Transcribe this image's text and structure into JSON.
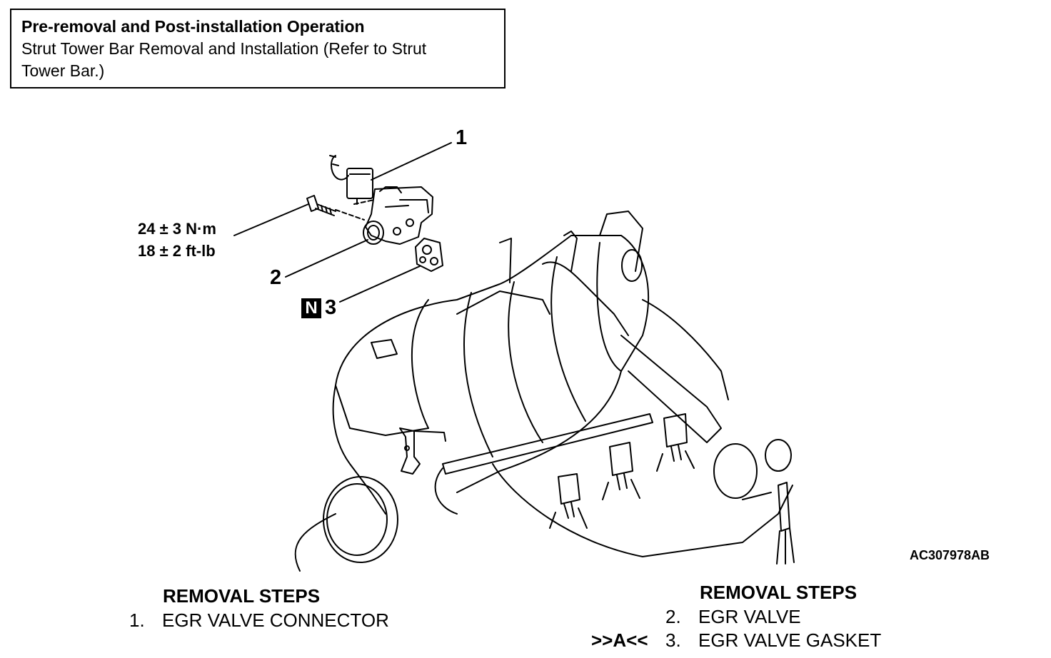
{
  "note": {
    "title": "Pre-removal and Post-installation Operation",
    "body": "Strut Tower Bar Removal and Installation (Refer to Strut Tower Bar.)"
  },
  "diagram": {
    "torque_nm": "24 ± 3 N·m",
    "torque_ftlb": "18 ± 2 ft-lb",
    "callouts": [
      "1",
      "2",
      "3"
    ],
    "new_part_badge": "N",
    "figure_code": "AC307978AB"
  },
  "removal_left": {
    "heading": "REMOVAL STEPS",
    "steps": [
      {
        "number": "1.",
        "label": "EGR VALVE CONNECTOR"
      }
    ]
  },
  "removal_right": {
    "heading": "REMOVAL STEPS",
    "steps": [
      {
        "mark": "",
        "number": "2.",
        "label": "EGR VALVE"
      },
      {
        "mark": ">>A<<",
        "number": "3.",
        "label": "EGR VALVE GASKET"
      }
    ]
  }
}
